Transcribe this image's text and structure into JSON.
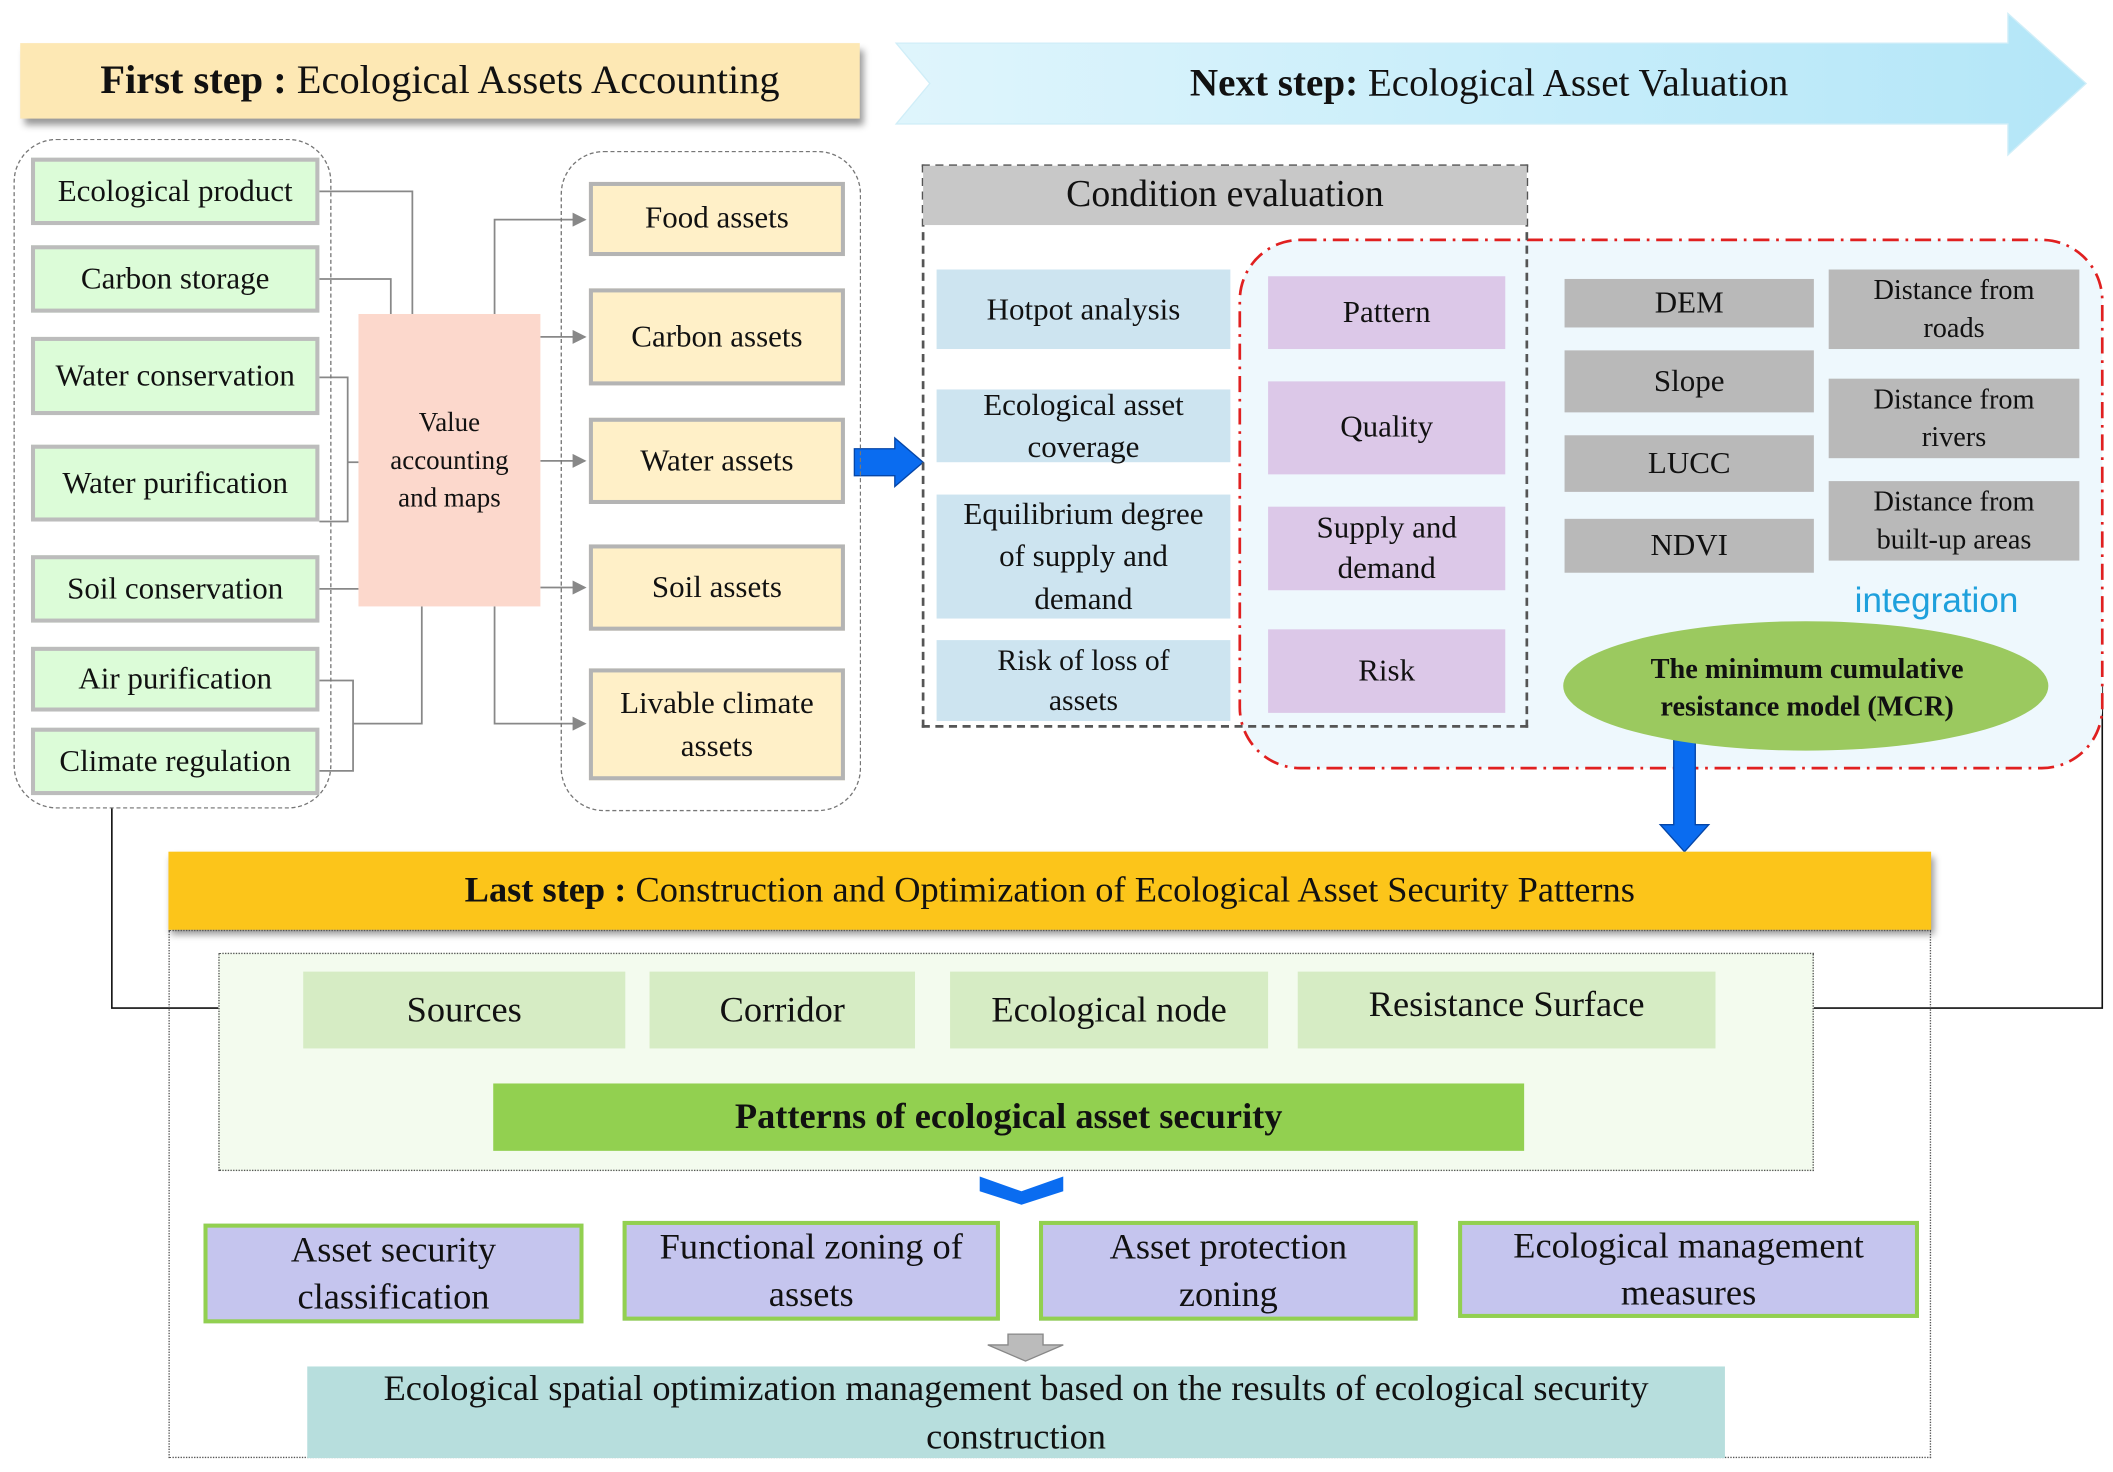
{
  "first_step": {
    "bold": "First step :",
    "text": " Ecological Assets Accounting"
  },
  "next_step": {
    "bold": "Next step:",
    "text": " Ecological Asset Valuation"
  },
  "services": [
    "Ecological product",
    "Carbon storage",
    "Water conservation",
    "Water purification",
    "Soil conservation",
    "Air purification",
    "Climate regulation"
  ],
  "value_box": "Value accounting and maps",
  "assets": [
    "Food assets",
    "Carbon assets",
    "Water assets",
    "Soil assets",
    "Livable climate assets"
  ],
  "condition": {
    "title": "Condition evaluation",
    "items": [
      "Hotpot analysis",
      "Ecological asset coverage",
      "Equilibrium degree of supply and demand",
      "Risk of loss of assets"
    ]
  },
  "dimensions": [
    "Pattern",
    "Quality",
    "Supply and demand",
    "Risk"
  ],
  "factors_left": [
    "DEM",
    "Slope",
    "LUCC",
    "NDVI"
  ],
  "factors_right": [
    "Distance from roads",
    "Distance from rivers",
    "Distance from built-up areas"
  ],
  "integration": "integration",
  "mcr": "The minimum cumulative resistance model  (MCR)",
  "last_step": {
    "bold": "Last step :",
    "text": " Construction and Optimization of Ecological Asset Security Patterns"
  },
  "components": [
    "Sources",
    "Corridor",
    "Ecological node",
    "Resistance Surface"
  ],
  "patterns": "Patterns of ecological asset security",
  "outputs": [
    "Asset security classification",
    "Functional zoning of assets",
    "Asset protection zoning",
    "Ecological management measures"
  ],
  "final": "Ecological spatial optimization management based on the results of  ecological security construction",
  "colors": {
    "first": "#fde8b4",
    "next": "#c9eefa",
    "last": "#fcc51a",
    "arrow": "#0a6cf0",
    "integration": "#1ea0dc"
  }
}
